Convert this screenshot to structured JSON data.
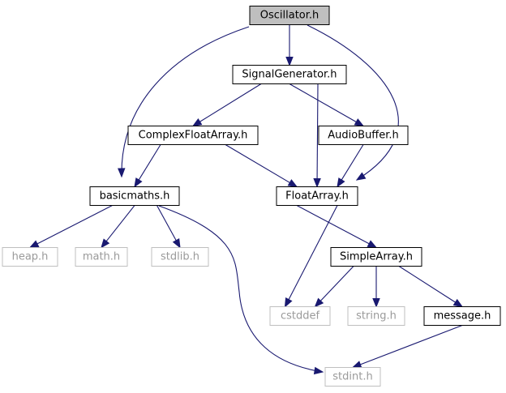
{
  "graph": {
    "colors": {
      "edge": "#191970",
      "node_fill": "#ffffff",
      "root_fill": "#bfbfbf",
      "node_border": "#000000",
      "external_border": "#bfbfbf",
      "text": "#000000",
      "external_text": "#9a9a9a"
    },
    "nodes": [
      {
        "id": "oscillator",
        "label": "Oscillator.h",
        "kind": "root"
      },
      {
        "id": "signalgenerator",
        "label": "SignalGenerator.h",
        "kind": "file"
      },
      {
        "id": "complexfloatarray",
        "label": "ComplexFloatArray.h",
        "kind": "file"
      },
      {
        "id": "audiobuffer",
        "label": "AudioBuffer.h",
        "kind": "file"
      },
      {
        "id": "basicmaths",
        "label": "basicmaths.h",
        "kind": "file"
      },
      {
        "id": "floatarray",
        "label": "FloatArray.h",
        "kind": "file"
      },
      {
        "id": "heap",
        "label": "heap.h",
        "kind": "external"
      },
      {
        "id": "math",
        "label": "math.h",
        "kind": "external"
      },
      {
        "id": "stdlib",
        "label": "stdlib.h",
        "kind": "external"
      },
      {
        "id": "simplearray",
        "label": "SimpleArray.h",
        "kind": "file"
      },
      {
        "id": "cstddef",
        "label": "cstddef",
        "kind": "external"
      },
      {
        "id": "string",
        "label": "string.h",
        "kind": "external"
      },
      {
        "id": "message",
        "label": "message.h",
        "kind": "file"
      },
      {
        "id": "stdint",
        "label": "stdint.h",
        "kind": "external"
      }
    ],
    "edges": [
      {
        "from": "oscillator",
        "to": "signalgenerator"
      },
      {
        "from": "oscillator",
        "to": "basicmaths"
      },
      {
        "from": "oscillator",
        "to": "floatarray"
      },
      {
        "from": "signalgenerator",
        "to": "complexfloatarray"
      },
      {
        "from": "signalgenerator",
        "to": "audiobuffer"
      },
      {
        "from": "signalgenerator",
        "to": "floatarray"
      },
      {
        "from": "complexfloatarray",
        "to": "basicmaths"
      },
      {
        "from": "complexfloatarray",
        "to": "floatarray"
      },
      {
        "from": "audiobuffer",
        "to": "floatarray"
      },
      {
        "from": "basicmaths",
        "to": "heap"
      },
      {
        "from": "basicmaths",
        "to": "math"
      },
      {
        "from": "basicmaths",
        "to": "stdlib"
      },
      {
        "from": "basicmaths",
        "to": "stdint"
      },
      {
        "from": "floatarray",
        "to": "simplearray"
      },
      {
        "from": "floatarray",
        "to": "cstddef"
      },
      {
        "from": "simplearray",
        "to": "cstddef"
      },
      {
        "from": "simplearray",
        "to": "string"
      },
      {
        "from": "simplearray",
        "to": "message"
      },
      {
        "from": "message",
        "to": "stdint"
      }
    ]
  }
}
